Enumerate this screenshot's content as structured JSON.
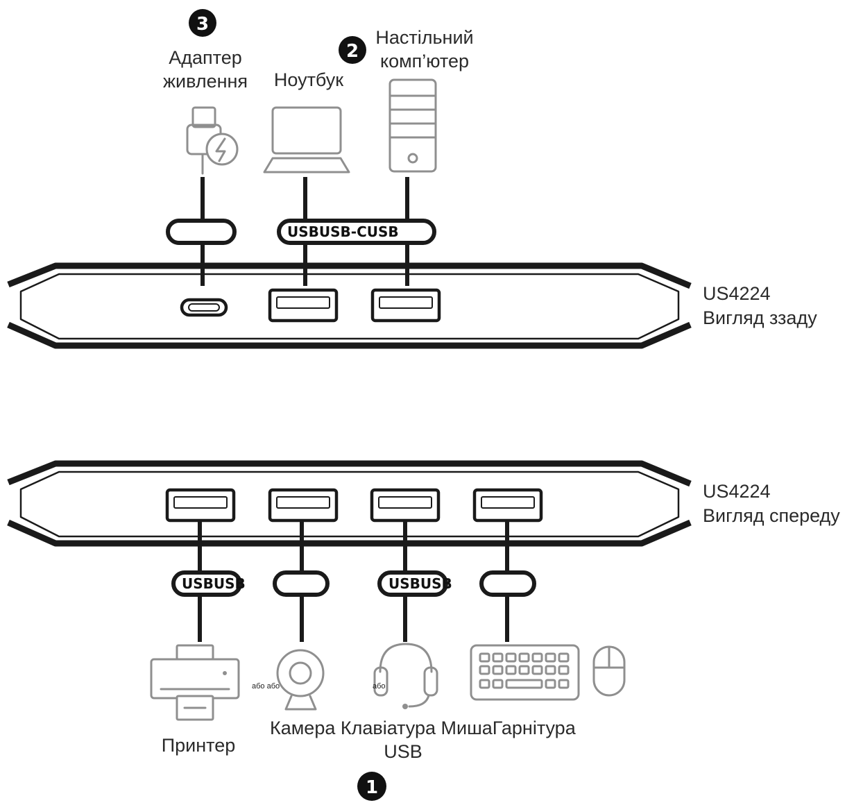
{
  "rear": {
    "model": "US4224",
    "view": "Вигляд ззаду",
    "cable_labels": {
      "laptop": "USBUSB-CUSB",
      "desktop": "",
      "power": ""
    },
    "devices": {
      "power_step": "3",
      "power_label_1": "Адаптер",
      "power_label_2": "живлення",
      "laptop_label": "Ноутбук",
      "desktop_step": "2",
      "desktop_label_1": "Настільний",
      "desktop_label_2": "комп’ютер"
    }
  },
  "front": {
    "model": "US4224",
    "view": "Вигляд спереду",
    "cable_labels": {
      "port1": "USBUSB",
      "port2": "",
      "port3": "USBUSB",
      "port4": ""
    },
    "or_labels": {
      "printer_camera": "або або",
      "headset": "або"
    },
    "devices": {
      "printer_label": "Принтер",
      "center_label_1": "Камера Клавіатура МишаГарнітура",
      "center_label_2": "USB",
      "step": "1"
    }
  },
  "icons": [
    "power-adapter-icon",
    "laptop-icon",
    "desktop-tower-icon",
    "printer-icon",
    "webcam-icon",
    "headset-icon",
    "keyboard-icon",
    "mouse-icon",
    "usb-a-port-icon",
    "usb-c-port-icon"
  ],
  "colors": {
    "line": "#1a1a1a",
    "icon_gray": "#8f8f8f",
    "badge": "#111111",
    "text": "#2a2a2a"
  }
}
